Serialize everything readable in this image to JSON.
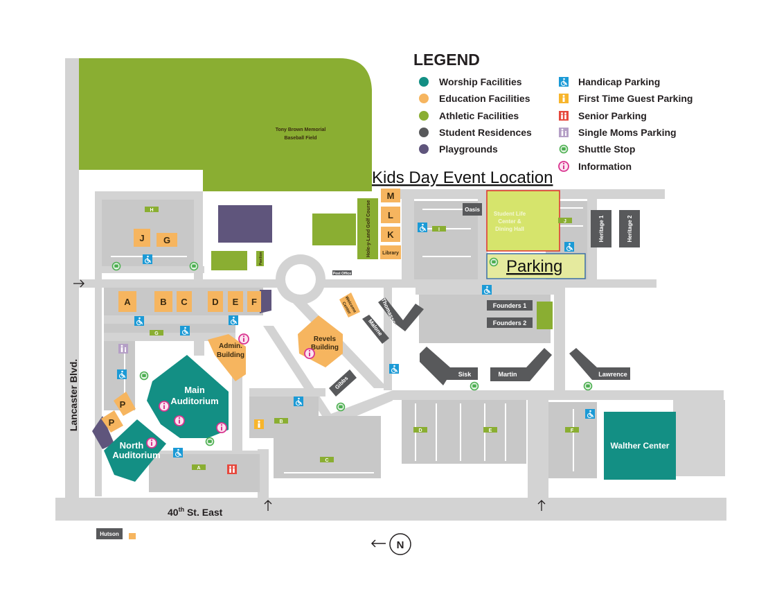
{
  "legend": {
    "title": "LEGEND",
    "facilities": [
      {
        "label": "Worship Facilities",
        "color": "#138f84"
      },
      {
        "label": "Education Facilities",
        "color": "#f6b55f"
      },
      {
        "label": "Athletic Facilities",
        "color": "#8aae32"
      },
      {
        "label": "Student Residences",
        "color": "#58595b"
      },
      {
        "label": "Playgrounds",
        "color": "#5f557c"
      }
    ],
    "parking": [
      {
        "label": "Handicap Parking",
        "icon": "wheelchair-icon",
        "color": "#1b9ad6"
      },
      {
        "label": "First Time Guest Parking",
        "icon": "guest-person-icon",
        "color": "#f7b52c"
      },
      {
        "label": "Senior Parking",
        "icon": "senior-people-icon",
        "color": "#e6483d"
      },
      {
        "label": "Single Moms Parking",
        "icon": "mom-child-icon",
        "color": "#b59fc6"
      },
      {
        "label": "Shuttle Stop",
        "icon": "bus-icon",
        "color": "#4caf50"
      },
      {
        "label": "Information",
        "icon": "info-icon",
        "color": "#d9338f"
      }
    ]
  },
  "callouts": {
    "event": "Kids Day Event Location",
    "parking": "Parking"
  },
  "roads": {
    "west": "Lancaster Blvd.",
    "south_base": "40",
    "south_sup": "th",
    "south_rest": " St. East"
  },
  "compass": "N",
  "buildings": {
    "baseball": [
      "Tony Brown Memorial",
      "Baseball Field"
    ],
    "golf": "Hole-y-Land Golf Course",
    "pavilion": "Pavilion",
    "post_office": "Post Office",
    "library": "Library",
    "welcome": [
      "Welcome",
      "Center"
    ],
    "oasis": "Oasis",
    "slc": [
      "Student Life",
      "Center &",
      "Dining Hall"
    ],
    "heritage1": "Heritage 1",
    "heritage2": "Heritage 2",
    "founders1": "Founders 1",
    "founders2": "Founders 2",
    "thomasson": "Thomasson",
    "malone": "Malone",
    "admin": [
      "Admin.",
      "Building"
    ],
    "revels": [
      "Revels",
      "Building"
    ],
    "gibbs": "Gibbs",
    "main": [
      "Main",
      "Auditorium"
    ],
    "north": [
      "North",
      "Auditorium"
    ],
    "sisk": "Sisk",
    "martin": "Martin",
    "lawrence": "Lawrence",
    "walther": "Walther Center",
    "hutson": "Hutson"
  },
  "blocks": {
    "J": "J",
    "G": "G",
    "A": "A",
    "B": "B",
    "C": "C",
    "D": "D",
    "E": "E",
    "F": "F",
    "M": "M",
    "L": "L",
    "K": "K",
    "P1": "P",
    "P2": "P"
  },
  "lots": {
    "H": "H",
    "I": "I",
    "J": "J",
    "G": "G",
    "B": "B",
    "A": "A",
    "C": "C",
    "D": "D",
    "E": "E",
    "F": "F"
  }
}
